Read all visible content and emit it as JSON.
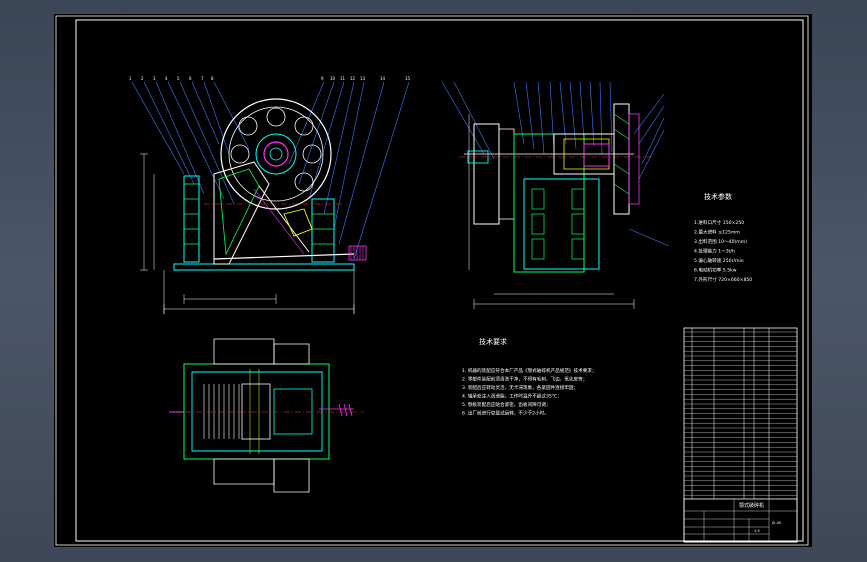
{
  "drawing": {
    "tech_params": {
      "title": "技术参数",
      "items": [
        "1.进料口尺寸  150×250",
        "2.最大进料    ≤125mm",
        "3.出料范围    10～40(mm)",
        "4.处理能力    1～3t/h",
        "5.偏心轴转速  250r/min",
        "6.电动机功率  5.5kw",
        "7.外形尺寸    720×660×850"
      ]
    },
    "tech_requirements": {
      "title": "技术要求",
      "items": [
        "1. 机器的装配应符合本厂产品《颚式破碎机产品规范》技术要求；",
        "2. 零部件装配前须清洗干净，不得有毛刺、飞边、氧化皮等；",
        "3. 装配后应转动灵活，无卡滞现象，各紧固件连接牢固；",
        "4. 轴承处注入润滑脂，工作时温升不超过35℃；",
        "5. 颚板装配后应贴合紧密，齿板间隙可调；",
        "6. 出厂前进行空载试运转，不少于2小时。"
      ]
    },
    "title_block": {
      "drawing_name": "颚式破碎机",
      "drawing_no": "JS-00",
      "scale": "1:5"
    }
  }
}
